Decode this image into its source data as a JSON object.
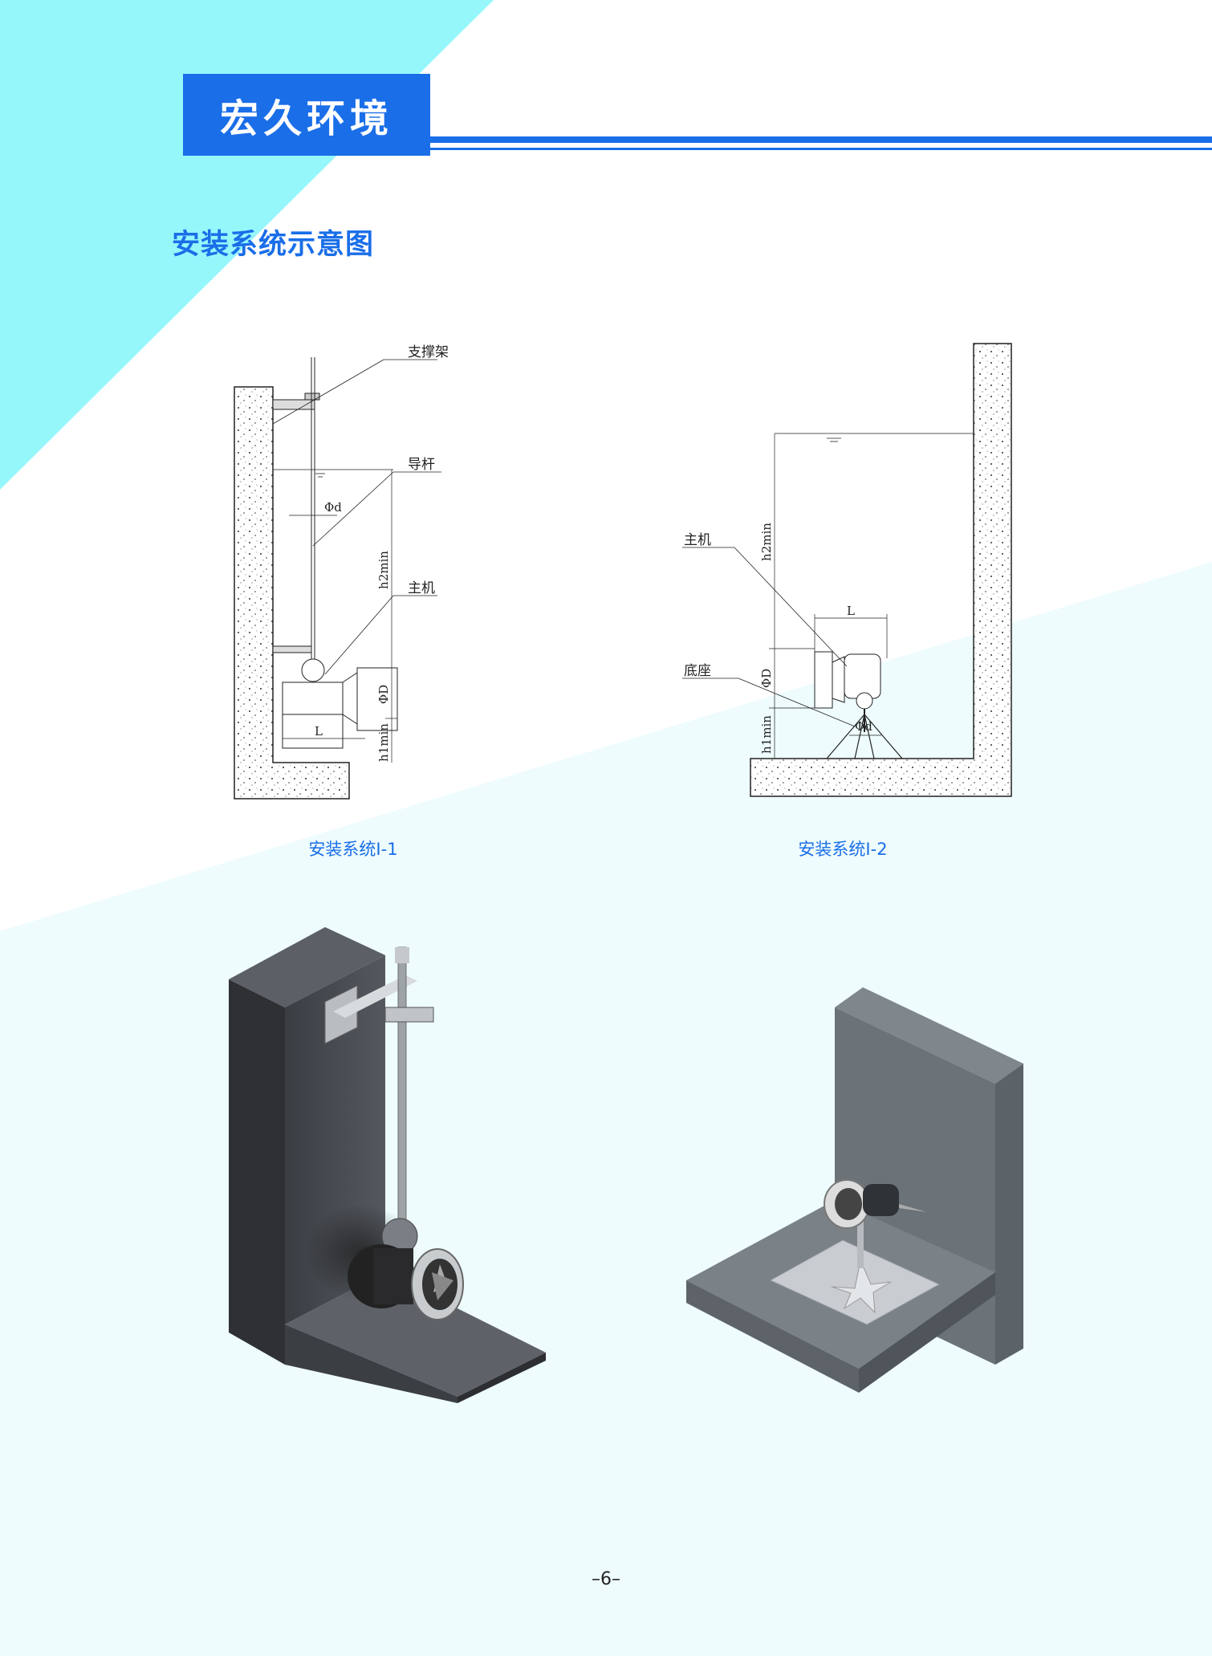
{
  "header": {
    "brand": "宏久环境"
  },
  "section_title": "安装系统示意图",
  "diagram1": {
    "caption": "安装系统I-1",
    "labels": {
      "support": "支撑架",
      "guide": "导杆",
      "host": "主机"
    },
    "dims": {
      "phi_d": "Φd",
      "h2": "h2min",
      "phi_D": "ΦD",
      "h1": "h1min",
      "L": "L"
    }
  },
  "diagram2": {
    "caption": "安装系统I-2",
    "labels": {
      "host": "主机",
      "base": "底座"
    },
    "dims": {
      "h2": "h2min",
      "L": "L",
      "phi_D": "ΦD",
      "h1": "h1min",
      "phi_d": "Φd"
    }
  },
  "footer": {
    "page": "–6–"
  },
  "colors": {
    "accent": "#1a6ee8",
    "cyan": "#96f7fb",
    "page_bg": "#eefcfd"
  }
}
